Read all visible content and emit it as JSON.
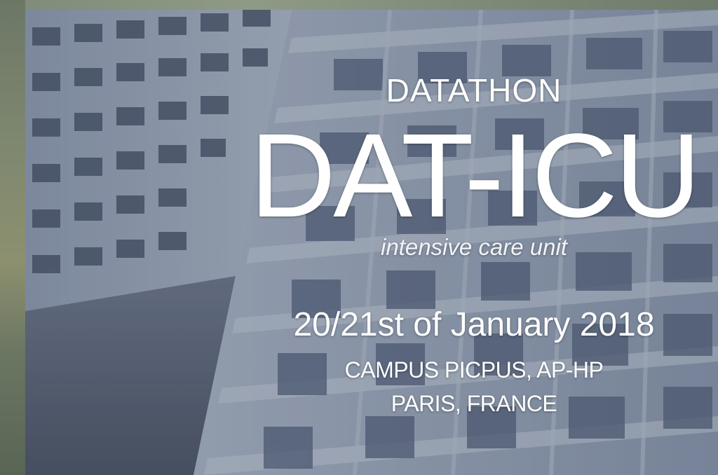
{
  "poster": {
    "kicker": "DATATHON",
    "title": "DAT-ICU",
    "subtitle": "intensive care unit",
    "date": "20/21st of January 2018",
    "venue": "CAMPUS PICPUS, AP-HP",
    "city": "PARIS, FRANCE"
  },
  "colors": {
    "text": "#ffffff",
    "facade": "#9aa6b8",
    "sky": "#c7d3e2",
    "window": "#3f4a5c"
  }
}
